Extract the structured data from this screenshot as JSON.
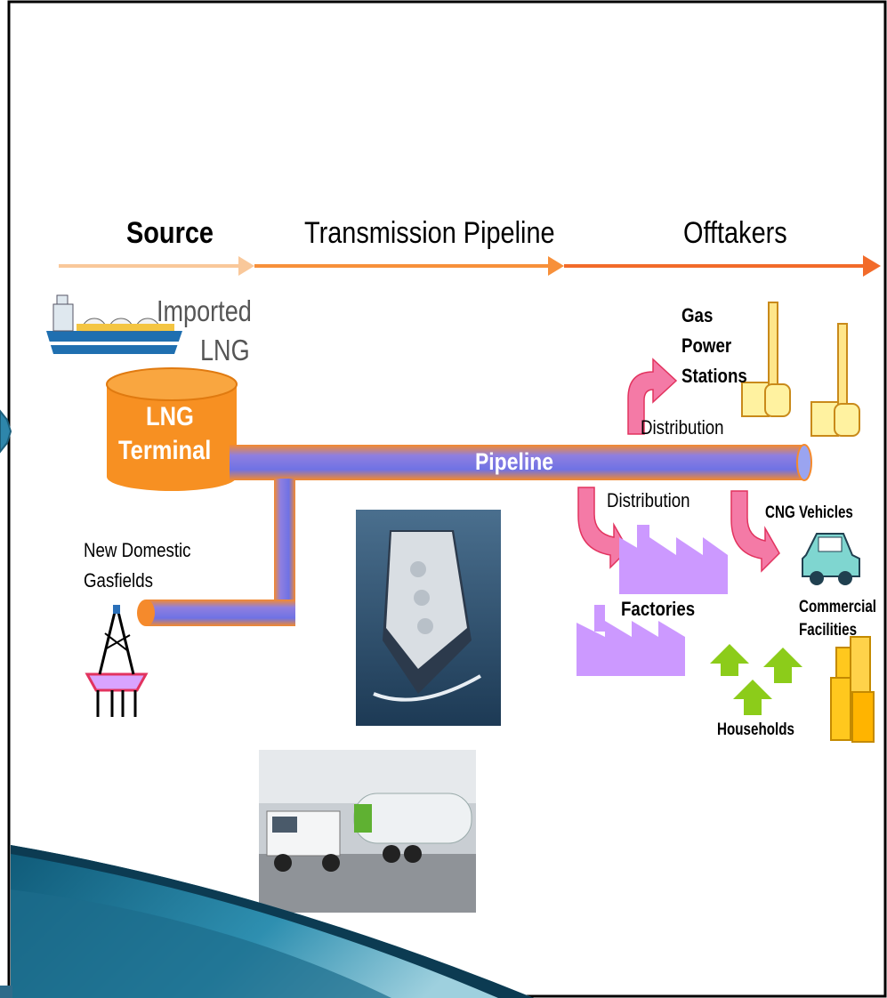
{
  "headers": {
    "source": "Source",
    "transmission": "Transmission Pipeline",
    "offtakers": "Offtakers"
  },
  "labels": {
    "imported_lng_1": "Imported",
    "imported_lng_2": "LNG",
    "lng_terminal_1": "LNG",
    "lng_terminal_2": "Terminal",
    "pipeline": "Pipeline",
    "new_domestic_1": "New Domestic",
    "new_domestic_2": "Gasfields",
    "gas_power_1": "Gas",
    "gas_power_2": "Power",
    "gas_power_3": "Stations",
    "distribution_top": "Distribution",
    "distribution_mid": "Distribution",
    "cng_vehicles": "CNG Vehicles",
    "factories": "Factories",
    "commercial_1": "Commercial",
    "commercial_2": "Facilities",
    "households": "Households"
  },
  "colors": {
    "arrow_light": "#f9c89a",
    "arrow_mid": "#f7903a",
    "arrow_dark": "#f26b2a",
    "tank_orange": "#f79022",
    "pipe_blue": "#6f7de8",
    "pipe_orange": "#f58a2c",
    "pink_arrow": "#f47aa6",
    "factory_purple": "#cc99ff",
    "house_green": "#8ccc1a",
    "yellow_building": "#ffc81e",
    "corner_teal": "#1f7a96"
  }
}
